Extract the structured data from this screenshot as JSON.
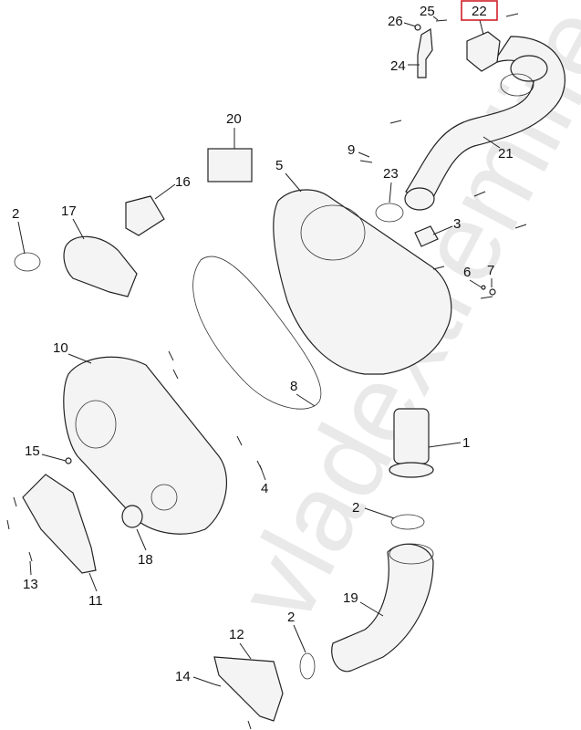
{
  "diagram": {
    "highlighted_callout": "22",
    "highlight_color": "#d0202a",
    "watermark": "vladextremlife.ru",
    "callouts": [
      {
        "id": "c22",
        "label": "22"
      },
      {
        "id": "c25",
        "label": "25"
      },
      {
        "id": "c26",
        "label": "26"
      },
      {
        "id": "c24",
        "label": "24"
      },
      {
        "id": "c20",
        "label": "20"
      },
      {
        "id": "c9",
        "label": "9"
      },
      {
        "id": "c5",
        "label": "5"
      },
      {
        "id": "c23",
        "label": "23"
      },
      {
        "id": "c21",
        "label": "21"
      },
      {
        "id": "c16",
        "label": "16"
      },
      {
        "id": "c3",
        "label": "3"
      },
      {
        "id": "c2a",
        "label": "2"
      },
      {
        "id": "c17",
        "label": "17"
      },
      {
        "id": "c6",
        "label": "6"
      },
      {
        "id": "c7",
        "label": "7"
      },
      {
        "id": "c10",
        "label": "10"
      },
      {
        "id": "c8",
        "label": "8"
      },
      {
        "id": "c1",
        "label": "1"
      },
      {
        "id": "c15",
        "label": "15"
      },
      {
        "id": "c4",
        "label": "4"
      },
      {
        "id": "c2b",
        "label": "2"
      },
      {
        "id": "c18",
        "label": "18"
      },
      {
        "id": "c13",
        "label": "13"
      },
      {
        "id": "c11",
        "label": "11"
      },
      {
        "id": "c19",
        "label": "19"
      },
      {
        "id": "c2c",
        "label": "2"
      },
      {
        "id": "c12",
        "label": "12"
      },
      {
        "id": "c14",
        "label": "14"
      }
    ]
  }
}
